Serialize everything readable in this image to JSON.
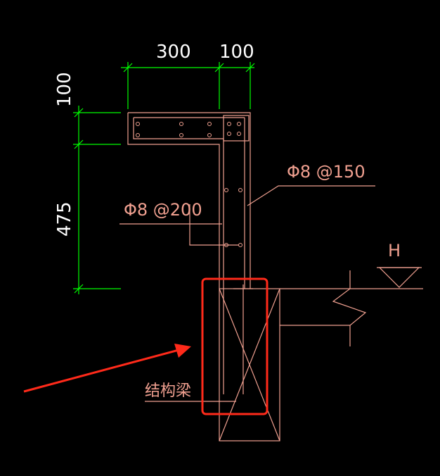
{
  "dimensions": {
    "top_left": "300",
    "top_right": "100",
    "left_top": "100",
    "left_main": "475"
  },
  "labels": {
    "rebar_right": "Φ8 @150",
    "rebar_left": "Φ8 @200",
    "level_mark": "H",
    "beam_label": "结构梁"
  },
  "colors": {
    "background": "#000000",
    "dimension_lines": "#00ff00",
    "drawing_lines": "#f0a090",
    "dimension_text": "#ffffff",
    "highlight": "#ff2a1a"
  }
}
